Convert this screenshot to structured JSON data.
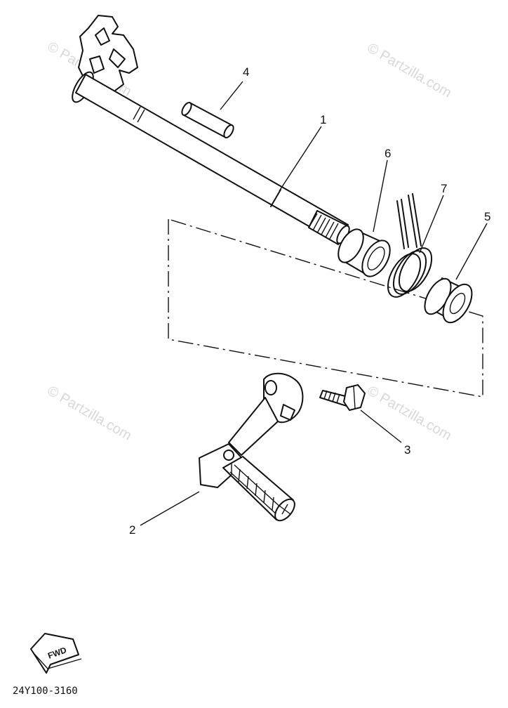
{
  "diagram": {
    "watermark_text": "© Partzilla.com",
    "drawing_code": "24Y100-3160",
    "fwd_label": "FWD",
    "callouts": {
      "shaft": "1",
      "pedal": "2",
      "bolt": "3",
      "pin": "4",
      "seal": "5",
      "collar": "6",
      "spring": "7"
    }
  }
}
